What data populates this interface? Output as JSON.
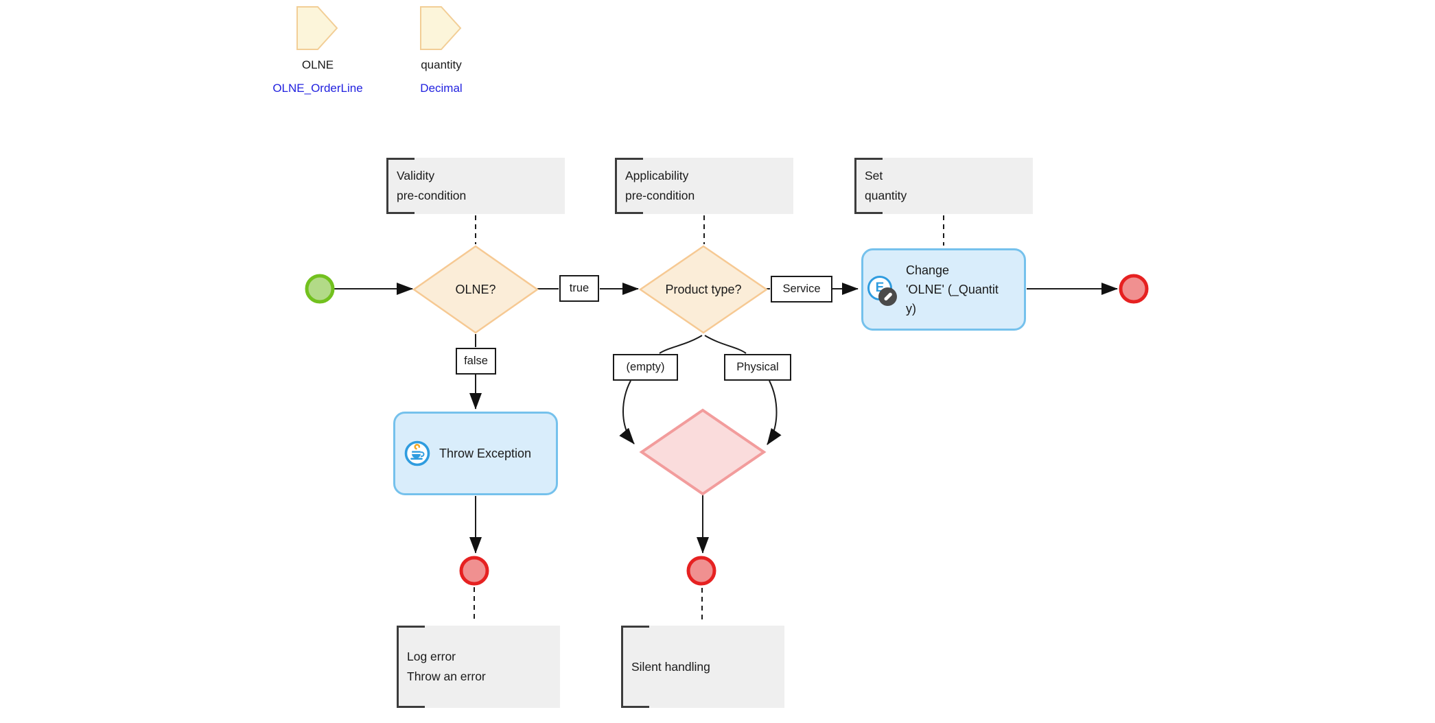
{
  "diagram": {
    "parameters": [
      {
        "name": "OLNE",
        "type": "OLNE_OrderLine"
      },
      {
        "name": "quantity",
        "type": "Decimal"
      }
    ],
    "annotations": {
      "validity": "Validity\npre-condition",
      "applicability": "Applicability\npre-condition",
      "set_quantity": "Set\nquantity",
      "log_error": "Log error\nThrow an error",
      "silent_handling": "Silent handling"
    },
    "nodes": {
      "olne_decision": "OLNE?",
      "product_type_decision": "Product type?",
      "change_object": "Change\n'OLNE' (_Quantit\ny)",
      "throw_exception": "Throw Exception"
    },
    "edge_labels": {
      "true_label": "true",
      "false_label": "false",
      "service_label": "Service",
      "empty_label": "(empty)",
      "physical_label": "Physical"
    },
    "icons": {
      "change_object_glyph": "E",
      "change_object": "entity-edit-pencil-icon",
      "throw_exception": "java-coffee-cup-icon"
    },
    "colors": {
      "parameter_fill": "#FCF5DA",
      "parameter_stroke": "#F2CE96",
      "decision_fill": "#FBEDD8",
      "decision_stroke": "#F6C993",
      "merge_fill": "#FADCDC",
      "merge_stroke": "#F29C9C",
      "activity_fill": "#D9EDFB",
      "activity_stroke": "#75C1EC",
      "start_fill": "#B2DA87",
      "start_stroke": "#72C11E",
      "end_fill": "#F09090",
      "end_stroke": "#E62121",
      "annotation_fill": "#EFEFEF",
      "edge_color": "#1A1A1A",
      "type_link_color": "#2121DF",
      "icon_blue": "#2F9CDF",
      "icon_steam_orange": "#F4A825",
      "badge_gray": "#4A4A4A"
    }
  }
}
